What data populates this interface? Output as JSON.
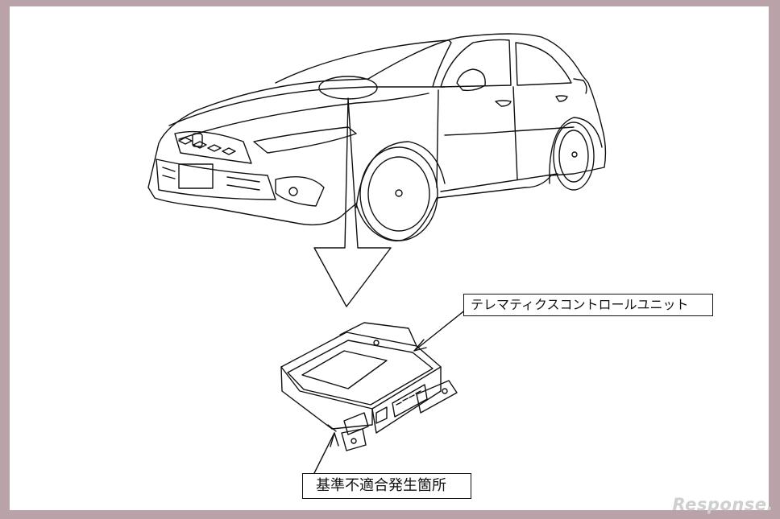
{
  "labels": {
    "unit": "テレマティクスコントロールユニット",
    "defect_location": "基準不適合発生箇所"
  },
  "watermark": "Response."
}
